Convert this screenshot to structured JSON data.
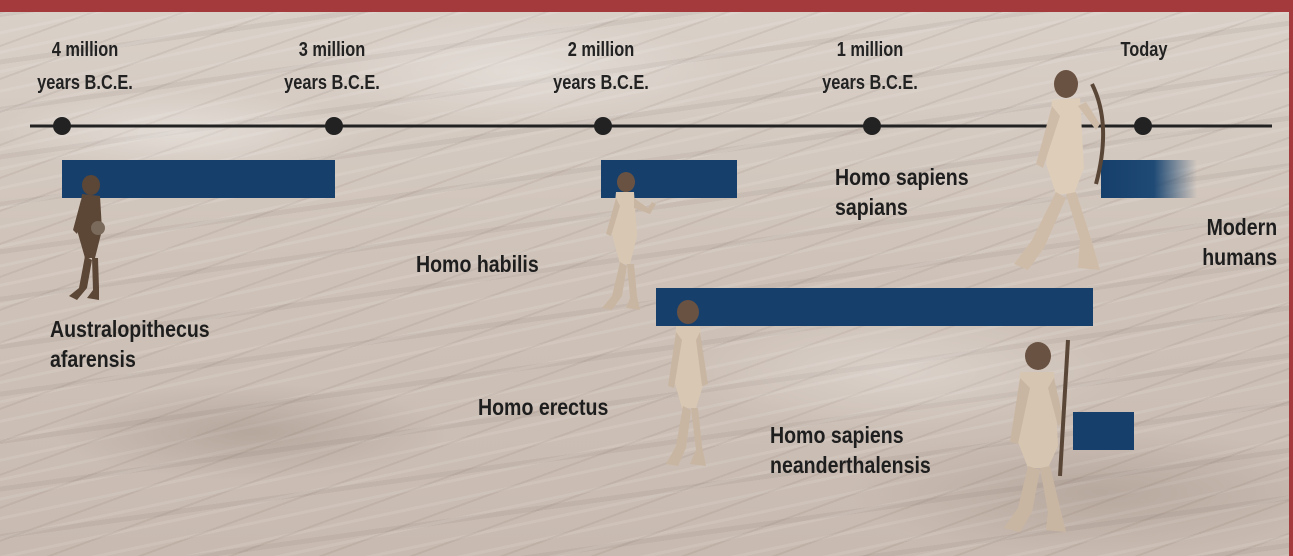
{
  "timeline": {
    "ticks": [
      {
        "line1": "4 million",
        "line2": "years B.C.E."
      },
      {
        "line1": "3 million",
        "line2": "years B.C.E."
      },
      {
        "line1": "2 million",
        "line2": "years B.C.E."
      },
      {
        "line1": "1 million",
        "line2": "years B.C.E."
      },
      {
        "line1": "",
        "line2": "Today"
      }
    ]
  },
  "species": {
    "australopithecus": {
      "line1": "Australopithecus",
      "line2": "afarensis"
    },
    "habilis": {
      "line1": "Homo habilis"
    },
    "erectus": {
      "line1": "Homo erectus"
    },
    "sapiens_sapiens": {
      "line1": "Homo sapiens",
      "line2": "sapians"
    },
    "modern_humans": {
      "line1": "Modern",
      "line2": "humans"
    },
    "neanderthalensis": {
      "line1": "Homo sapiens",
      "line2": "neanderthalensis"
    }
  },
  "colors": {
    "frame": "#a53a3c",
    "bar": "#163f6b",
    "timeline": "#222222"
  }
}
